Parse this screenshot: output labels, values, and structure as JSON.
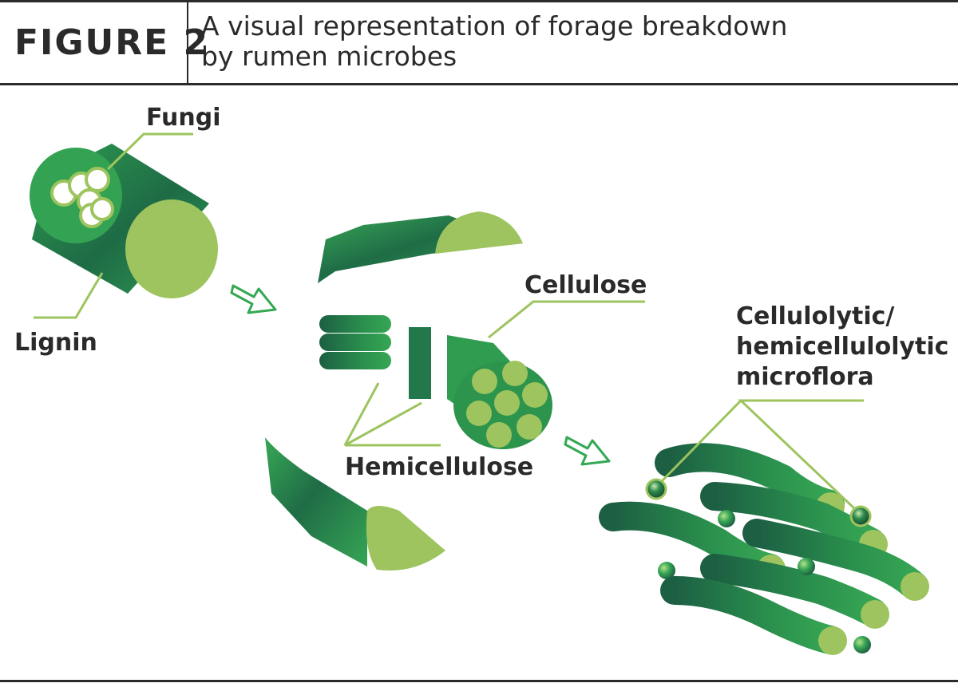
{
  "header": {
    "figure_label": "FIGURE 2",
    "title_line1": "A visual representation of forage breakdown",
    "title_line2": "by rumen microbes"
  },
  "labels": {
    "fungi": "Fungi",
    "lignin": "Lignin",
    "cellulose": "Cellulose",
    "hemicellulose": "Hemicellulose",
    "microflora_line1": "Cellulolytic/",
    "microflora_line2": "hemicellulolytic",
    "microflora_line3": "microflora"
  },
  "colors": {
    "dark_green": "#1f6e4a",
    "mid_green": "#34a853",
    "light_green": "#9dc45e",
    "leader_line": "#9dc45e",
    "text": "#2a2a2a"
  }
}
